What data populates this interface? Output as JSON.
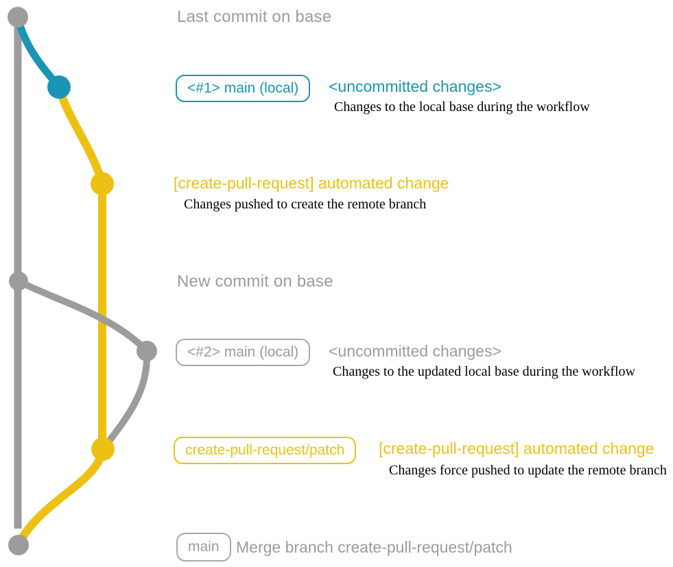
{
  "colors": {
    "base_gray": "#9c9c9c",
    "main_local_blue": "#1b94b5",
    "patch_yellow": "#edc113",
    "description_black": "#000000"
  },
  "graph": {
    "branches": [
      {
        "name": "base",
        "color": "#9c9c9c"
      },
      {
        "name": "main (local)",
        "color": "#1b94b5"
      },
      {
        "name": "create-pull-request/patch",
        "color": "#edc113"
      }
    ]
  },
  "rows": {
    "note_top": {
      "text": "Last commit on base"
    },
    "commit1": {
      "badge": "<#1> main (local)",
      "title": "<uncommitted changes>",
      "description": "Changes to the local base during the workflow"
    },
    "commit2": {
      "title": "[create-pull-request] automated change",
      "description": "Changes pushed to create the remote branch"
    },
    "note_mid": {
      "text": "New commit on base"
    },
    "commit3": {
      "badge": "<#2> main (local)",
      "title": "<uncommitted changes>",
      "description": "Changes to the updated local base during the workflow"
    },
    "commit4": {
      "badge": "create-pull-request/patch",
      "title": "[create-pull-request] automated change",
      "description": "Changes force pushed to update the remote branch"
    },
    "merge": {
      "badge": "main",
      "text": "Merge branch create-pull-request/patch"
    }
  }
}
